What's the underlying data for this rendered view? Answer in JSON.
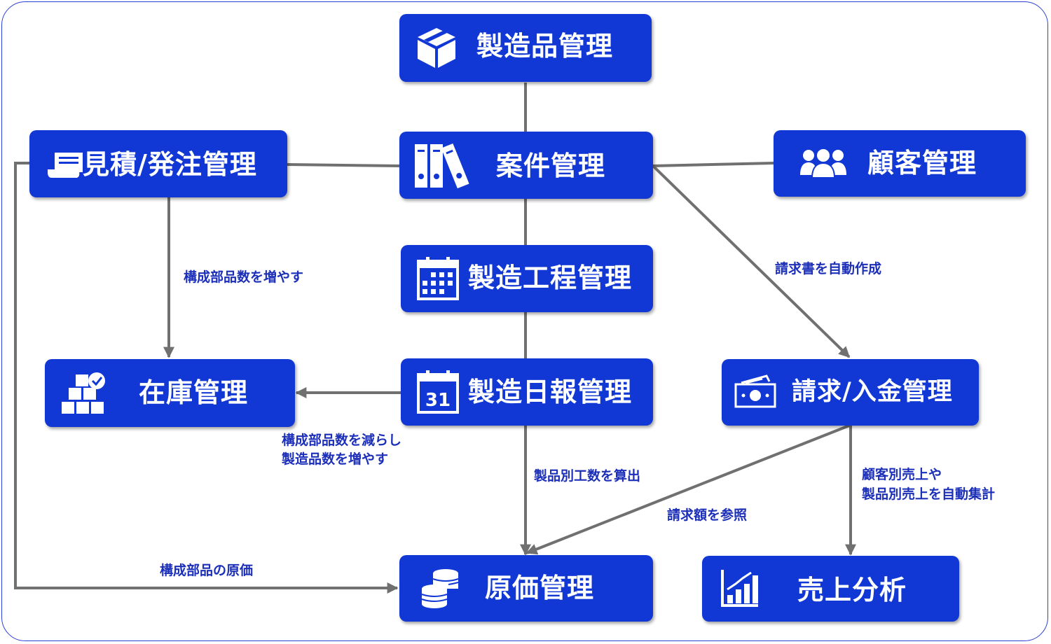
{
  "colors": {
    "node_fill": "#1138d4",
    "node_text": "#ffffff",
    "annotation_text": "#1c2fb8",
    "connector": "#707070",
    "frame": "#2b3fd6"
  },
  "nodes": {
    "seizouhin": {
      "label": "製造品管理",
      "icon": "box-icon"
    },
    "anken": {
      "label": "案件管理",
      "icon": "binders-icon"
    },
    "mitsumori": {
      "label": "見積/発注管理",
      "icon": "document-icon"
    },
    "kokyaku": {
      "label": "顧客管理",
      "icon": "users-icon"
    },
    "koutei": {
      "label": "製造工程管理",
      "icon": "calendar-icon"
    },
    "zaiko": {
      "label": "在庫管理",
      "icon": "boxes-check-icon"
    },
    "nippou": {
      "label": "製造日報管理",
      "icon": "calendar-31-icon",
      "calendar_day": "31"
    },
    "seikyu": {
      "label": "請求/入金管理",
      "icon": "money-icon"
    },
    "genka": {
      "label": "原価管理",
      "icon": "coins-icon"
    },
    "uriage": {
      "label": "売上分析",
      "icon": "bar-chart-icon"
    }
  },
  "annotations": {
    "increase_parts": "構成部品数を増やす",
    "auto_invoice": "請求書を自動作成",
    "reduce_parts_line1": "構成部品数を減らし",
    "reduce_parts_line2": "製造品数を増やす",
    "calc_hours": "製品別工数を算出",
    "sales_line1": "顧客別売上や",
    "sales_line2": "製品別売上を自動集計",
    "refer_amount": "請求額を参照",
    "parts_cost": "構成部品の原価"
  }
}
